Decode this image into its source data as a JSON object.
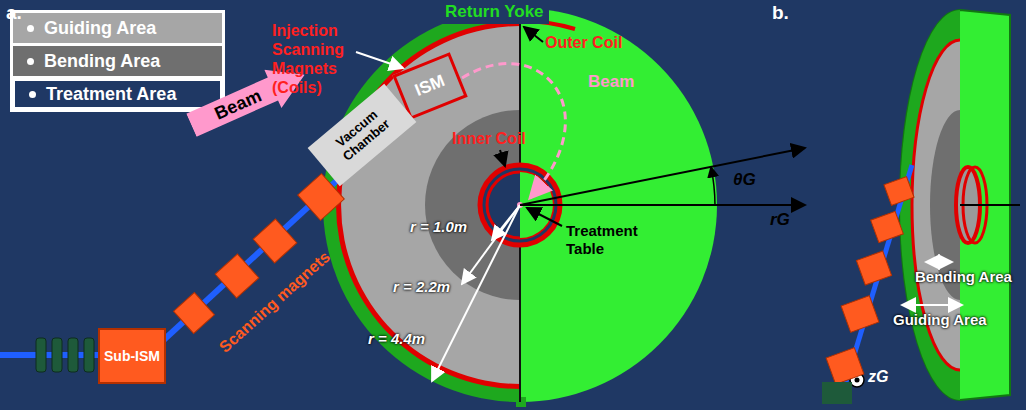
{
  "diagram": {
    "nodes": [
      {
        "text": [
          "ISM"
        ]
      },
      {
        "text": [
          "Beam"
        ]
      },
      {
        "text": [
          "Vaccum Chamber"
        ]
      },
      {
        "text": [
          "Sub-ISM"
        ]
      }
    ],
    "labels": [
      "a.",
      "b.",
      "Return Yoke",
      "Injection Scanning Magnets (Coils)",
      "Outer Coil",
      "Beam",
      "Inner Coil",
      "θG",
      "rG",
      "r = 1.0m",
      "Treatment Table",
      "r = 2.2m",
      "Scanning magnets",
      "r = 4.4m",
      "zG",
      "Bending Area",
      "Guiding Area"
    ],
    "legend": [
      {
        "text": "Guiding Area",
        "color": "#a6a6a6"
      },
      {
        "text": "Bending Area",
        "color": "#6f6f6f"
      },
      {
        "text": "Treatment Area",
        "color": "#1f3864"
      }
    ]
  }
}
